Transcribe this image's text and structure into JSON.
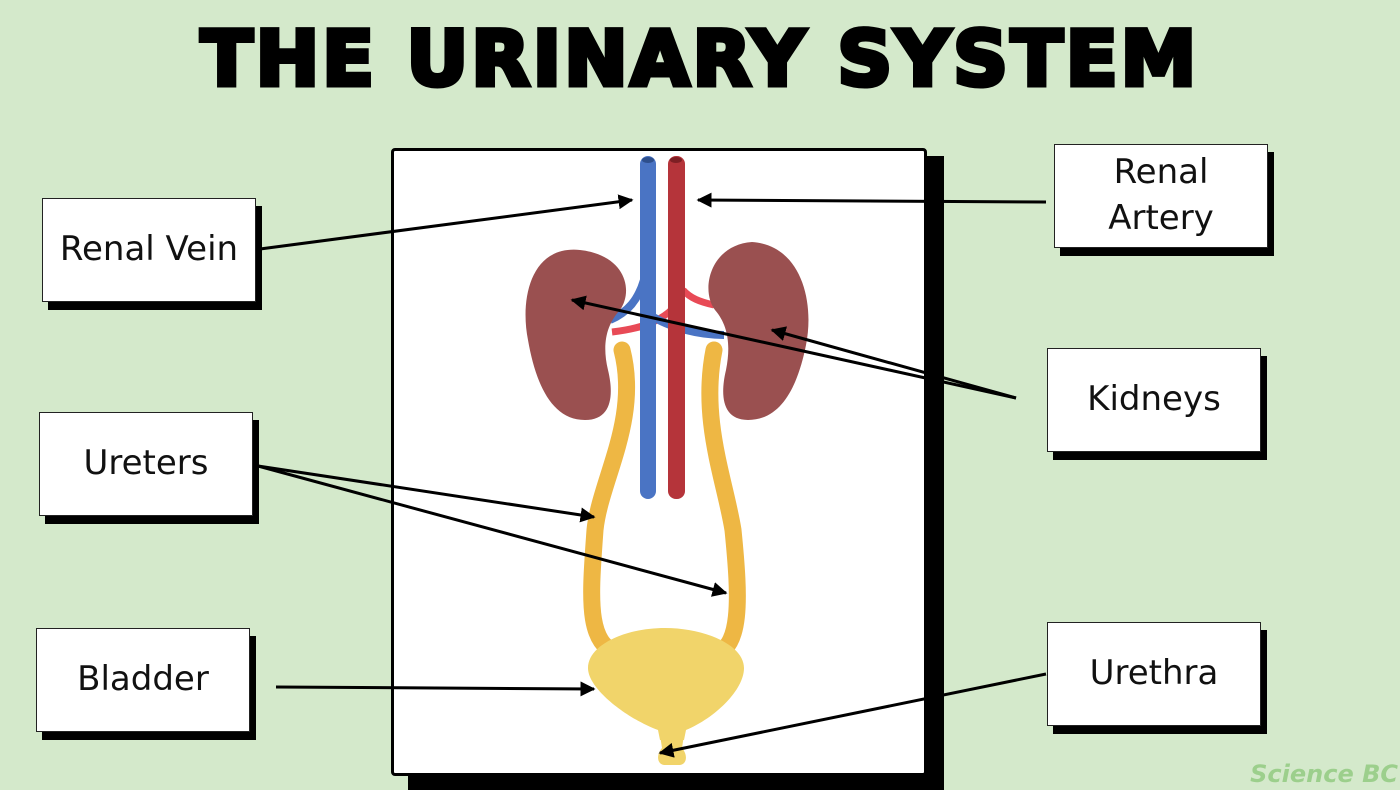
{
  "title": "THE URINARY SYSTEM",
  "labels": {
    "renal_vein": "Renal Vein",
    "renal_artery": "Renal Artery",
    "kidneys": "Kidneys",
    "ureters": "Ureters",
    "bladder": "Bladder",
    "urethra": "Urethra"
  },
  "watermark": "Science BC",
  "colors": {
    "background": "#d4e9cb",
    "vein": "#4a74c4",
    "artery": "#b5343a",
    "kidney": "#9a5050",
    "ureter": "#eeb744",
    "bladder": "#f1d46a"
  }
}
